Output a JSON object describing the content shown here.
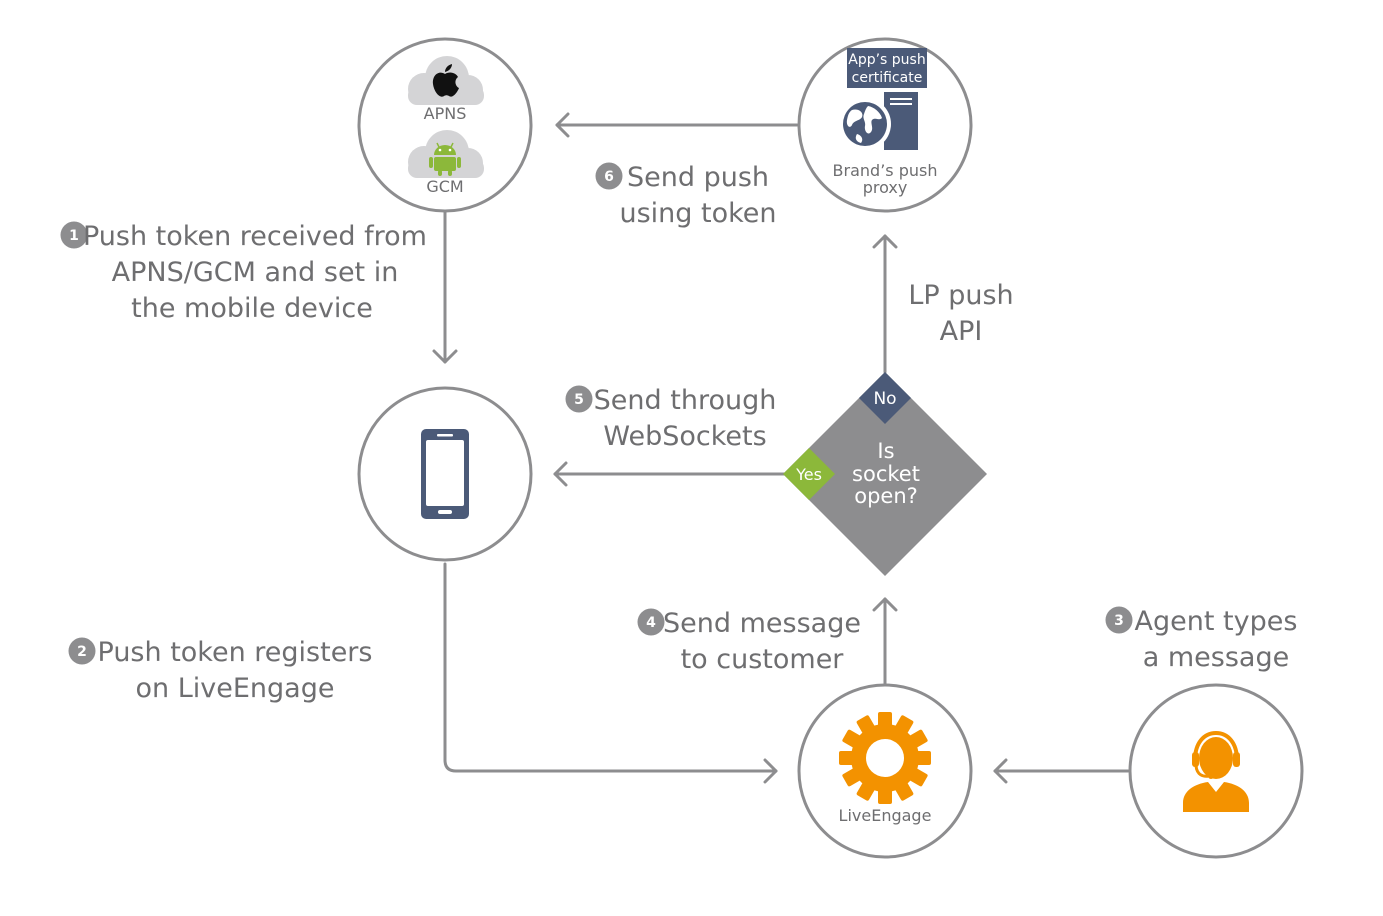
{
  "colors": {
    "line": "#8d8d8f",
    "text": "#6e6e70",
    "badge": "#8d8d8f",
    "cloud": "#d4d4d6",
    "navy": "#4b5a78",
    "green": "#8cb83a",
    "diamond": "#8d8d8f",
    "orange": "#f39200"
  },
  "nodes": {
    "apns_label": "APNS",
    "gcm_label": "GCM",
    "cert_label_1": "App’s push",
    "cert_label_2": "certificate",
    "proxy_label_1": "Brand’s push",
    "proxy_label_2": "proxy",
    "liveengage_label": "LiveEngage",
    "decision_1": "Is",
    "decision_2": "socket",
    "decision_3": "open?",
    "yes_label": "Yes",
    "no_label": "No"
  },
  "steps": [
    {
      "num": "1",
      "line1": "Push token received from",
      "line2": "APNS/GCM and set in",
      "line3": "the mobile device"
    },
    {
      "num": "2",
      "line1": "Push token registers",
      "line2": "on LiveEngage"
    },
    {
      "num": "3",
      "line1": "Agent types",
      "line2": "a message"
    },
    {
      "num": "4",
      "line1": "Send message",
      "line2": "to customer"
    },
    {
      "num": "5",
      "line1": "Send through",
      "line2": "WebSockets"
    },
    {
      "num": "6",
      "line1": "Send push",
      "line2": "using token"
    }
  ],
  "api_label_1": "LP push",
  "api_label_2": "API"
}
